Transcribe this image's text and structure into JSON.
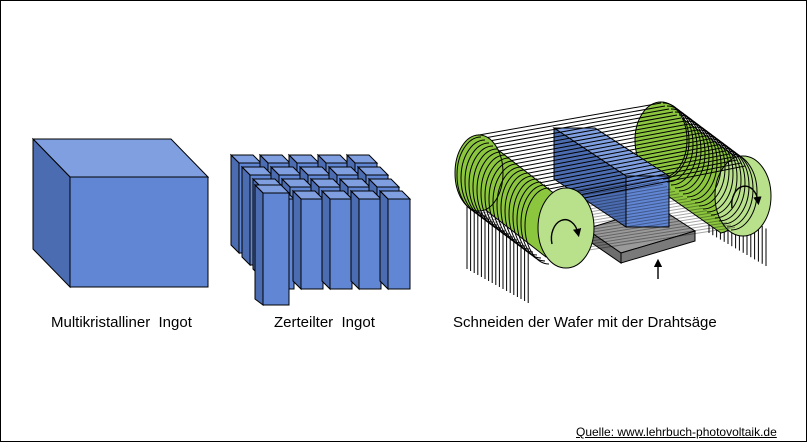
{
  "captions": {
    "ingot": "Multikristalliner  Ingot",
    "split": "Zerteilter  Ingot",
    "saw": "Schneiden der Wafer mit der Drahtsäge"
  },
  "source": "Quelle: www.lehrbuch-photovoltaik.de",
  "colors": {
    "block_front": "#6186d4",
    "block_top": "#7f9fe0",
    "block_side": "#4b6cb0",
    "roller": "#8cc63f",
    "roller_face": "#b9e08a",
    "table": "#7a7a7a",
    "outline": "#000000"
  },
  "icons": [
    "rotation-arrow-icon",
    "lift-arrow-icon"
  ]
}
